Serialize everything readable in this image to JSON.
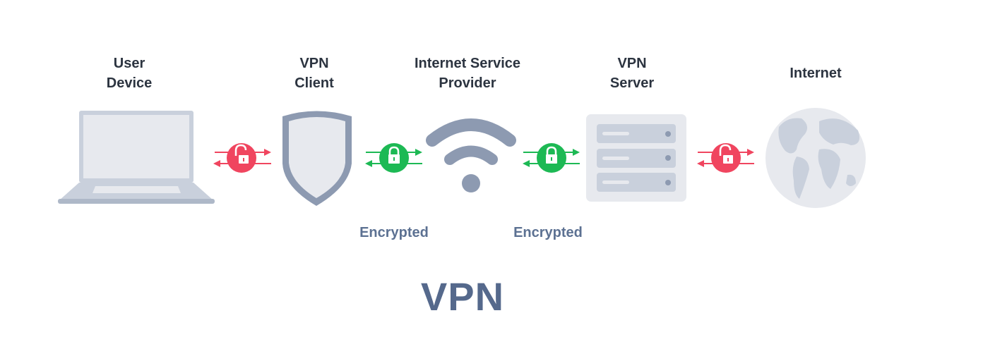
{
  "nodes": [
    {
      "id": "user-device",
      "label": "User\nDevice",
      "icon": "laptop-icon"
    },
    {
      "id": "vpn-client",
      "label": "VPN\nClient",
      "icon": "shield-icon"
    },
    {
      "id": "isp",
      "label": "Internet Service\nProvider",
      "icon": "wifi-icon"
    },
    {
      "id": "vpn-server",
      "label": "VPN\nServer",
      "icon": "server-icon"
    },
    {
      "id": "internet",
      "label": "Internet",
      "icon": "globe-icon"
    }
  ],
  "links": [
    {
      "from": "user-device",
      "to": "vpn-client",
      "status": "unencrypted",
      "icon": "unlocked-padlock-icon",
      "label": ""
    },
    {
      "from": "vpn-client",
      "to": "isp",
      "status": "encrypted",
      "icon": "locked-padlock-icon",
      "label": "Encrypted"
    },
    {
      "from": "isp",
      "to": "vpn-server",
      "status": "encrypted",
      "icon": "locked-padlock-icon",
      "label": "Encrypted"
    },
    {
      "from": "vpn-server",
      "to": "internet",
      "status": "unencrypted",
      "icon": "unlocked-padlock-icon",
      "label": ""
    }
  ],
  "colors": {
    "unencrypted": "#f0455f",
    "encrypted": "#1db954",
    "icon_gray": "#8d9ab1",
    "icon_light": "#e7e9ee",
    "title": "#55698c",
    "encrypted_label": "#5c7192",
    "node_label": "#2c3440"
  },
  "title": "VPN"
}
